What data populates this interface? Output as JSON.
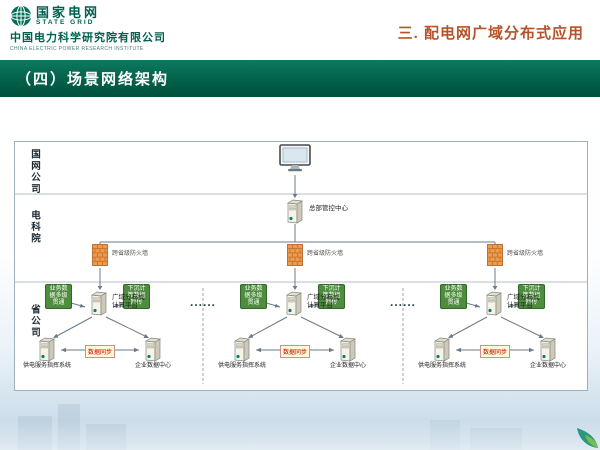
{
  "header": {
    "logo_title": "国家电网",
    "logo_subtitle": "STATE GRID",
    "company_cn": "中国电力科学研究院有限公司",
    "company_en": "CHINA ELECTRIC POWER RESEARCH INSTITUTE",
    "section_title": "三. 配电网广域分布式应用"
  },
  "banner": {
    "title": "（四）场景网络架构"
  },
  "diagram": {
    "bands": [
      {
        "label": "国网公司"
      },
      {
        "label": "电科院"
      },
      {
        "label": "省公司"
      }
    ],
    "hq_center_label": "总部管控中心",
    "firewall_label": "跨省级防火墙",
    "ellipsis": "......",
    "cluster": {
      "platform_label": "广域分布式计算平台",
      "left_tag": "业务数据多级贯通",
      "right_tag": "下沉计算数据回传",
      "service_system_label": "供电服务指挥系统",
      "data_center_label": "企业数据中心",
      "sync_label": "数据同步"
    }
  },
  "colors": {
    "brand_green": "#00604c",
    "banner_green": "#036049",
    "accent_orange": "#b5542a",
    "firewall_orange": "#ef9b4e",
    "tag_green": "#4e8c3e",
    "sync_red": "#c00000"
  }
}
